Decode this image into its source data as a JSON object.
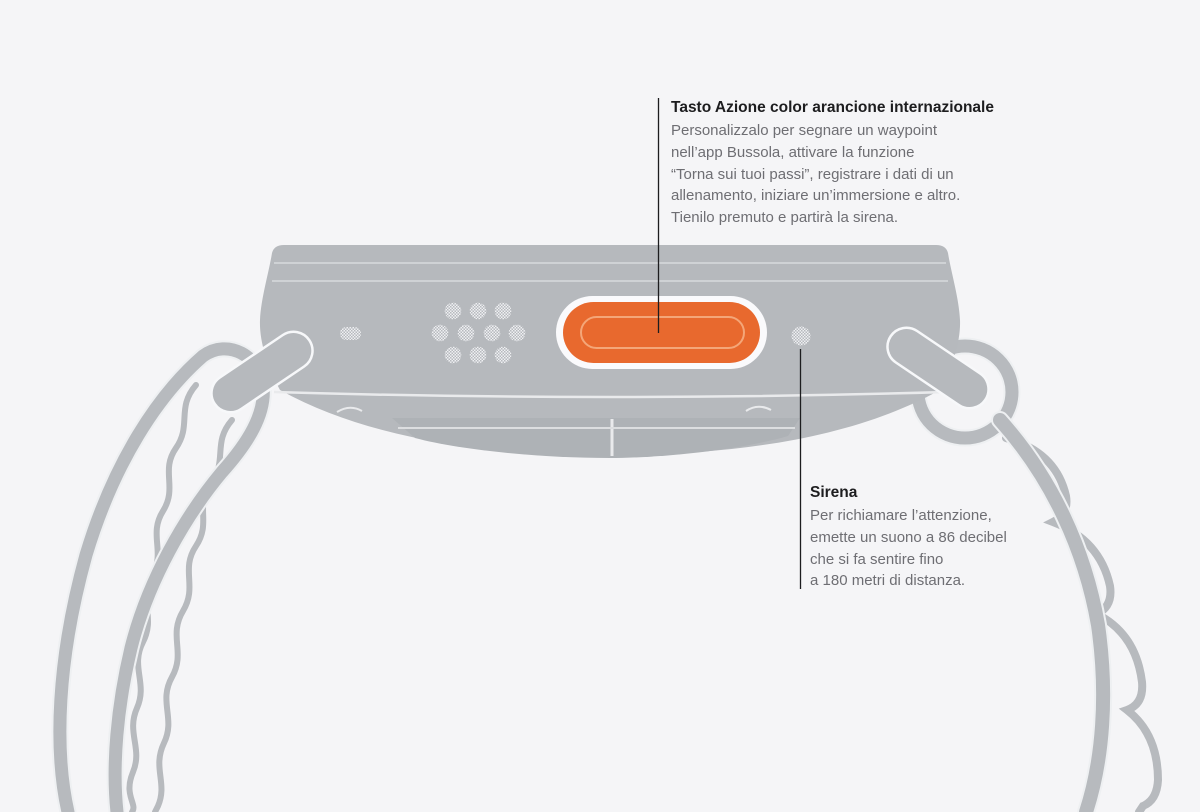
{
  "page": {
    "background_color": "#f5f5f7",
    "description_label": "apple-watch-ultra-side-view-diagram"
  },
  "callout_action_button": {
    "title": "Tasto Azione color arancione internazionale",
    "lines": {
      "0": "Personalizzalo per segnare un waypoint",
      "1": "nell’app Bussola, attivare la funzione",
      "2": "“Torna sui tuoi passi”, registrare i dati di un",
      "3": "allenamento, iniziare un’immersione e altro.",
      "4": "Tienilo premuto e partirà la sirena."
    }
  },
  "callout_siren": {
    "title": "Sirena",
    "lines": {
      "0": "Per richiamare l’attenzione,",
      "1": "emette un suono a 86 decibel",
      "2": "che si fa sentire fino",
      "3": "a 180 metri di distanza."
    }
  },
  "illustration": {
    "colors": {
      "case_gray": "#b6b9bd",
      "plate_gray": "#aeb2b6",
      "band_gray": "#b7babe",
      "seam_light": "#e9eaec",
      "bezel_line": "#cfd2d5",
      "action_button_orange": "#e8692e",
      "action_button_inner_ring": "#f4a678",
      "outline_white": "#f7f8fa",
      "callout_line_color": "#1d1d1f"
    }
  }
}
